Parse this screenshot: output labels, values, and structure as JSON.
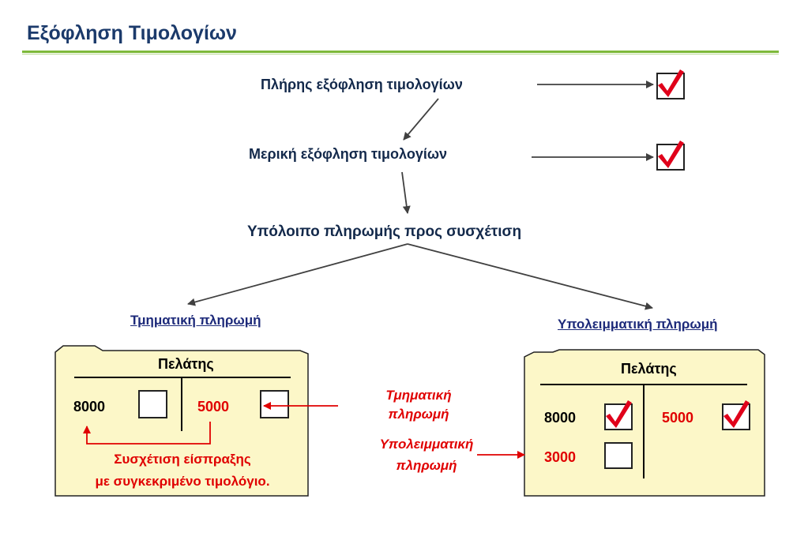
{
  "title": "Εξόφληση Τιμολογίων",
  "flow": {
    "full": "Πλήρης εξόφληση τιμολογίων",
    "partial": "Μερική εξόφληση τιμολογίων",
    "remainder": "Υπόλοιπο πληρωμής προς συσχέτιση",
    "installment": "Τμηματική πληρωμή",
    "residual": "Υπολειμματική πληρωμή"
  },
  "left_card": {
    "header": "Πελάτης",
    "debit": "8000",
    "credit": "5000",
    "caption_line1": "Συσχέτιση είσπραξης",
    "caption_line2": "με συγκεκριμένο τιμολόγιο."
  },
  "middle_labels": {
    "installment_line1": "Τμηματική",
    "installment_line2": "πληρωμή",
    "residual_line1": "Υπολειμματική",
    "residual_line2": "πληρωμή"
  },
  "right_card": {
    "header": "Πελάτης",
    "debit1": "8000",
    "credit1": "5000",
    "debit2": "3000"
  },
  "colors": {
    "navy": "#13294b",
    "accent_green": "#7db93a",
    "red": "#e00000",
    "card_fill": "#fcf7c8"
  },
  "icons": [
    "checked-box-icon",
    "empty-box-icon"
  ]
}
